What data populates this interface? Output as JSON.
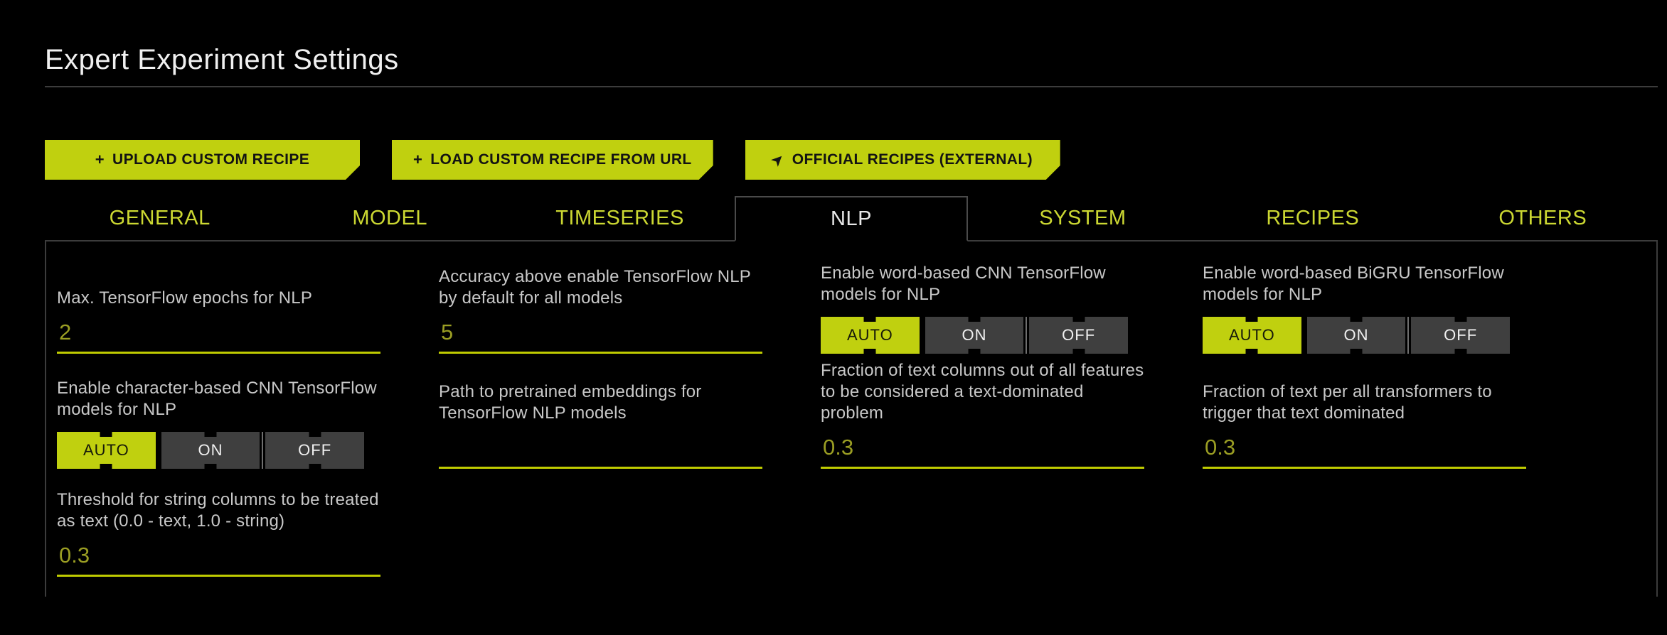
{
  "page": {
    "title": "Expert Experiment Settings"
  },
  "colors": {
    "accent": "#c0d00f",
    "tab_label": "#ccd832",
    "input_underline": "#bfcb00",
    "input_value_text": "#9a9d23",
    "label_text": "#c8c8c8"
  },
  "toolbar": {
    "buttons": [
      {
        "icon": "plus-icon",
        "icon_glyph": "+",
        "label": "UPLOAD CUSTOM RECIPE"
      },
      {
        "icon": "plus-icon",
        "icon_glyph": "+",
        "label": "LOAD CUSTOM RECIPE FROM URL"
      },
      {
        "icon": "external-link-icon",
        "icon_glyph": "➤",
        "label": "OFFICIAL RECIPES (EXTERNAL)"
      }
    ]
  },
  "tabs": {
    "items": [
      {
        "label": "GENERAL",
        "active": false
      },
      {
        "label": "MODEL",
        "active": false
      },
      {
        "label": "TIMESERIES",
        "active": false
      },
      {
        "label": "NLP",
        "active": true
      },
      {
        "label": "SYSTEM",
        "active": false
      },
      {
        "label": "RECIPES",
        "active": false
      },
      {
        "label": "OTHERS",
        "active": false
      }
    ]
  },
  "panel": {
    "columns": [
      {
        "fields": [
          {
            "type": "text",
            "label": "Max. TensorFlow epochs for NLP",
            "value": "2"
          },
          {
            "type": "toggle",
            "label": "Enable character-based CNN TensorFlow models for NLP",
            "options": [
              "AUTO",
              "ON",
              "OFF"
            ],
            "value": "AUTO"
          },
          {
            "type": "text",
            "label": "Threshold for string columns to be treated as text (0.0 - text, 1.0 - string)",
            "value": "0.3"
          }
        ]
      },
      {
        "fields": [
          {
            "type": "text",
            "label": "Accuracy above enable TensorFlow NLP by default for all models",
            "value": "5"
          },
          {
            "type": "text",
            "label": "Path to pretrained embeddings for TensorFlow NLP models",
            "value": ""
          }
        ]
      },
      {
        "fields": [
          {
            "type": "toggle",
            "label": "Enable word-based CNN TensorFlow models for NLP",
            "options": [
              "AUTO",
              "ON",
              "OFF"
            ],
            "value": "AUTO"
          },
          {
            "type": "text",
            "label": "Fraction of text columns out of all features to be considered a text-dominated problem",
            "value": "0.3"
          }
        ]
      },
      {
        "fields": [
          {
            "type": "toggle",
            "label": "Enable word-based BiGRU TensorFlow models for NLP",
            "options": [
              "AUTO",
              "ON",
              "OFF"
            ],
            "value": "AUTO"
          },
          {
            "type": "text",
            "label": "Fraction of text per all transformers to trigger that text dominated",
            "value": "0.3"
          }
        ]
      }
    ]
  }
}
